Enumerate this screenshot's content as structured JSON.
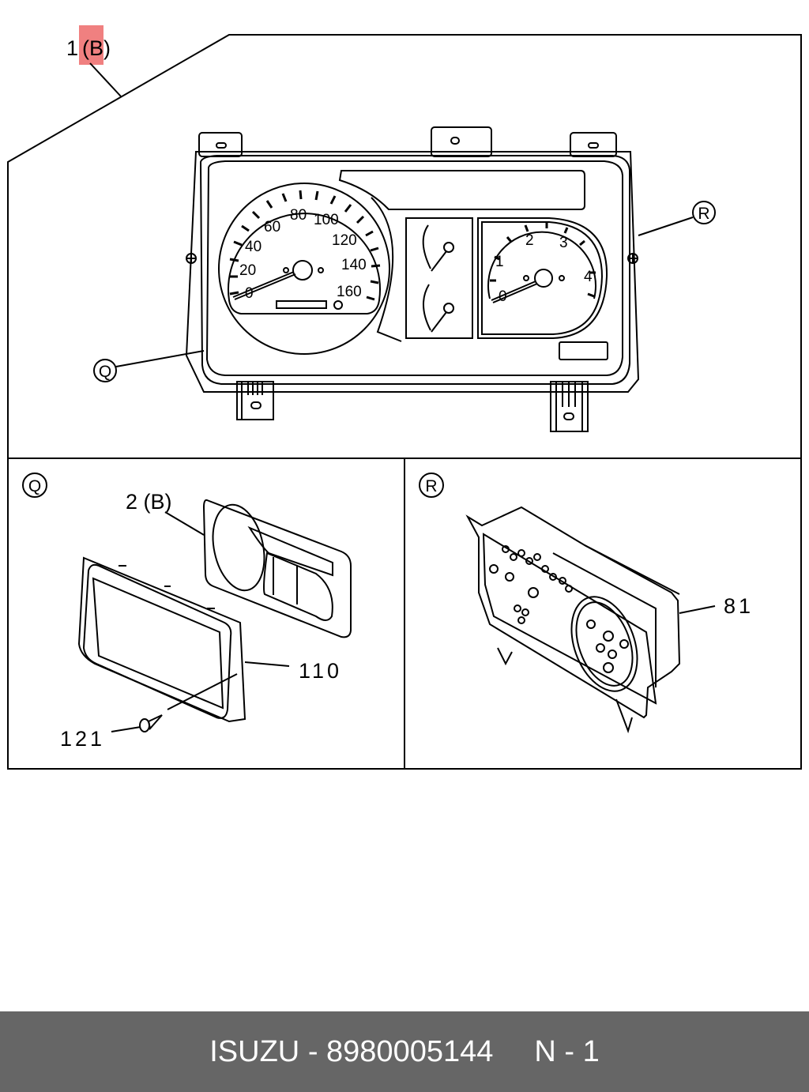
{
  "diagram": {
    "main_callout": "1 (B)",
    "main_callout_number": "1",
    "main_callout_letter": "(B)",
    "highlight_color": "#f08080",
    "callout_q": "Q",
    "callout_r": "R",
    "speedometer": {
      "labels": [
        "0",
        "20",
        "40",
        "60",
        "80",
        "100",
        "120",
        "140",
        "160"
      ]
    },
    "tachometer": {
      "labels": [
        "0",
        "1",
        "2",
        "3",
        "4"
      ]
    },
    "detail_q": {
      "title": "Q",
      "parts": [
        "2 (B)",
        "110",
        "121"
      ]
    },
    "detail_r": {
      "title": "R",
      "parts": [
        "81"
      ]
    }
  },
  "footer": {
    "brand": "ISUZU",
    "separator": "-",
    "part_number": "8980005144",
    "page": "N - 1",
    "background": "#666666"
  }
}
